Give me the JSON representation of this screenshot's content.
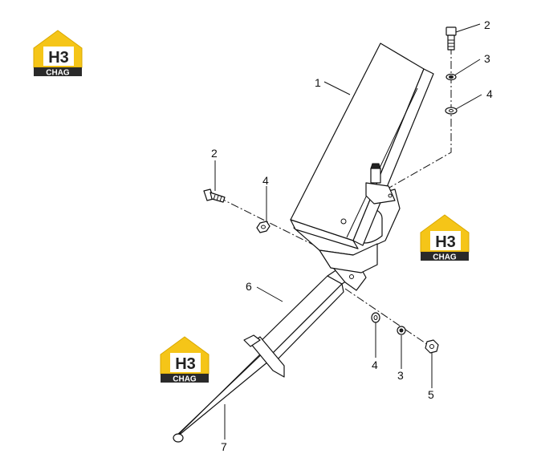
{
  "callouts": {
    "c1": "1",
    "c2_top": "2",
    "c3_top": "3",
    "c4_top": "4",
    "c2_left": "2",
    "c4_left": "4",
    "c6": "6",
    "c4_bottom": "4",
    "c3_bottom": "3",
    "c5": "5",
    "c7": "7"
  },
  "logo": {
    "mark": "H3",
    "text": "CHAG",
    "colors": {
      "yellow": "#f5c518",
      "dark": "#2a2a2a",
      "white": "#ffffff"
    }
  }
}
